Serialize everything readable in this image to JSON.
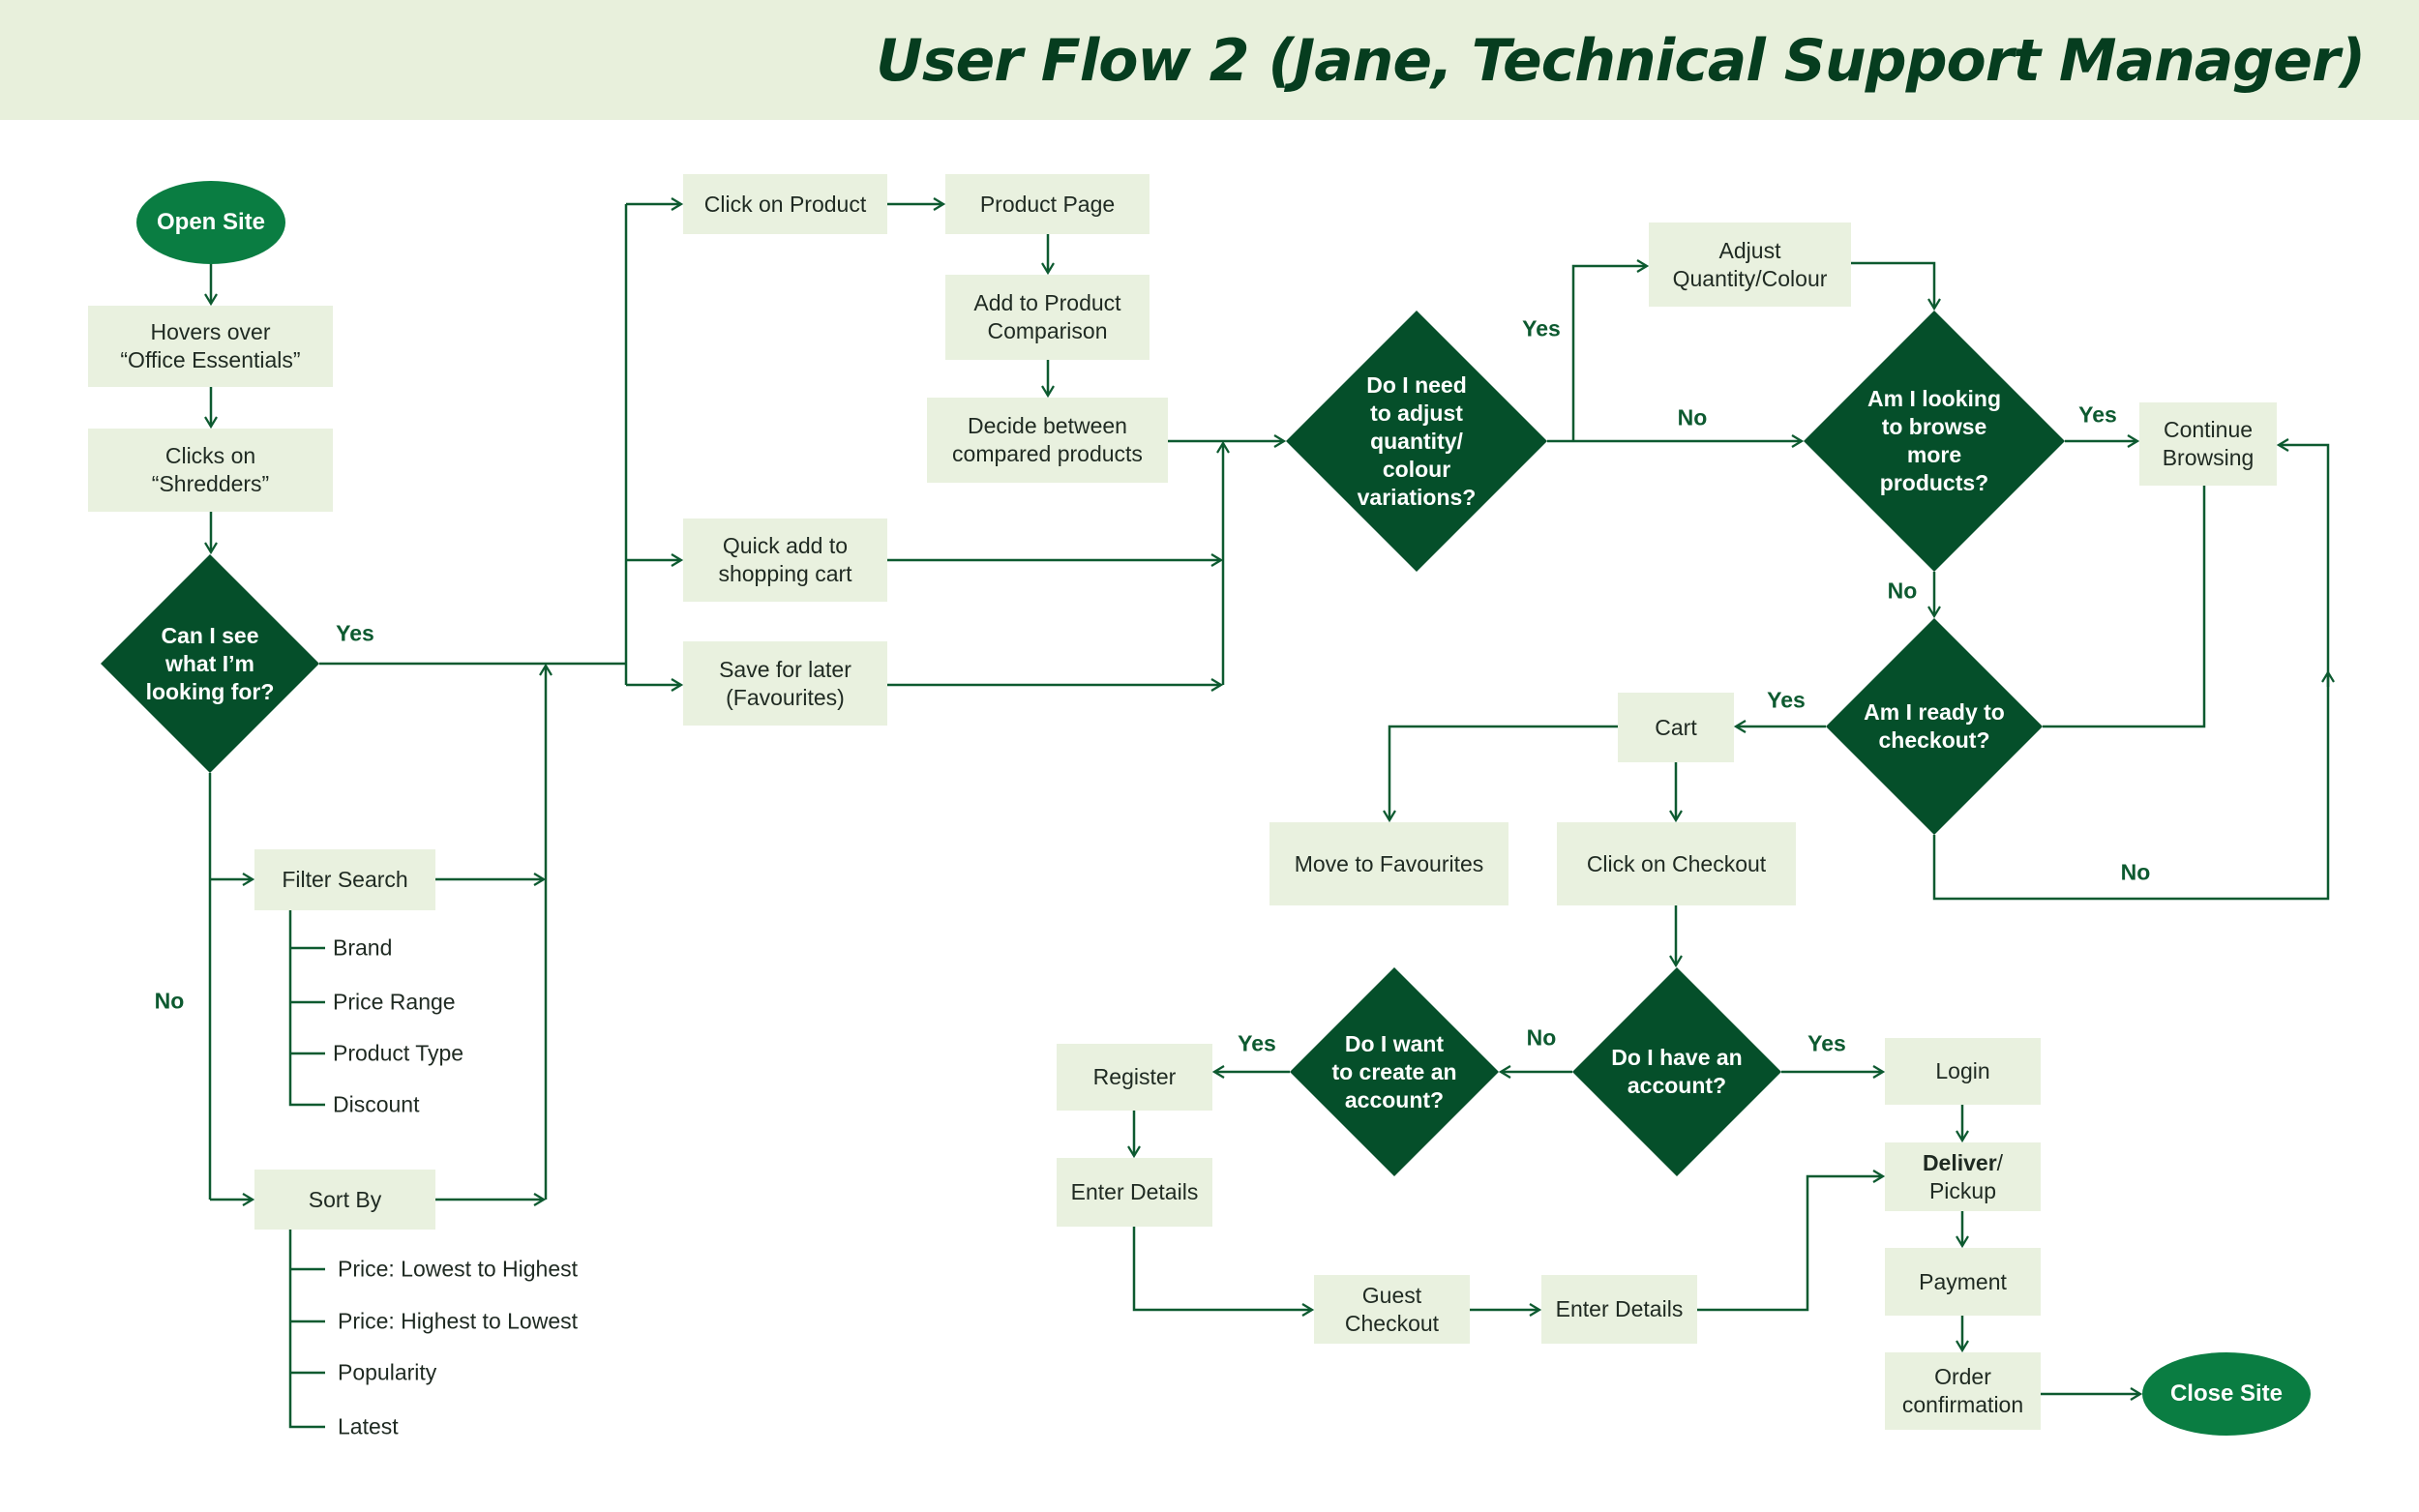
{
  "title": "User Flow 2 (Jane, Technical Support Manager)",
  "colors": {
    "header_bg": "#e8f0dc",
    "title": "#063d1f",
    "terminal": "#0a7d42",
    "decision": "#054f2a",
    "process_bg": "#e9f1df",
    "connector": "#0d5a30"
  },
  "terminals": {
    "start": "Open Site",
    "end": "Close Site"
  },
  "processes": {
    "hovers": "Hovers over\n“Office Essentials”",
    "clicks": "Clicks on\n“Shredders”",
    "click_product": "Click on Product",
    "product_page": "Product Page",
    "add_comparison": "Add to Product\nComparison",
    "decide": "Decide between\ncompared products",
    "quick_add": "Quick add to\nshopping cart",
    "save_later": "Save for later\n(Favourites)",
    "adjust": "Adjust\nQuantity/Colour",
    "continue": "Continue\nBrowsing",
    "cart": "Cart",
    "move_fav": "Move to Favourites",
    "click_checkout": "Click on Checkout",
    "register": "Register",
    "enter_details_1": "Enter Details",
    "guest_checkout": "Guest\nCheckout",
    "enter_details_2": "Enter Details",
    "login": "Login",
    "deliver_bold": "Deliver",
    "deliver_rest": "/\nPickup",
    "payment": "Payment",
    "order_conf": "Order\nconfirmation",
    "filter_search": "Filter Search",
    "sort_by": "Sort By"
  },
  "decisions": {
    "can_see": "Can I see\nwhat I’m\nlooking for?",
    "adjust_q": "Do I need\nto adjust\nquantity/\ncolour\nvariations?",
    "browse_more": "Am I looking\nto browse\nmore\nproducts?",
    "ready_checkout": "Am I ready to\ncheckout?",
    "have_account": "Do I have an\naccount?",
    "create_account": "Do I want\nto create an\naccount?"
  },
  "labels": {
    "yes": "Yes",
    "no": "No"
  },
  "filter_options": [
    "Brand",
    "Price Range",
    "Product Type",
    "Discount"
  ],
  "sort_options": [
    "Price: Lowest to Highest",
    "Price: Highest to Lowest",
    "Popularity",
    "Latest"
  ]
}
